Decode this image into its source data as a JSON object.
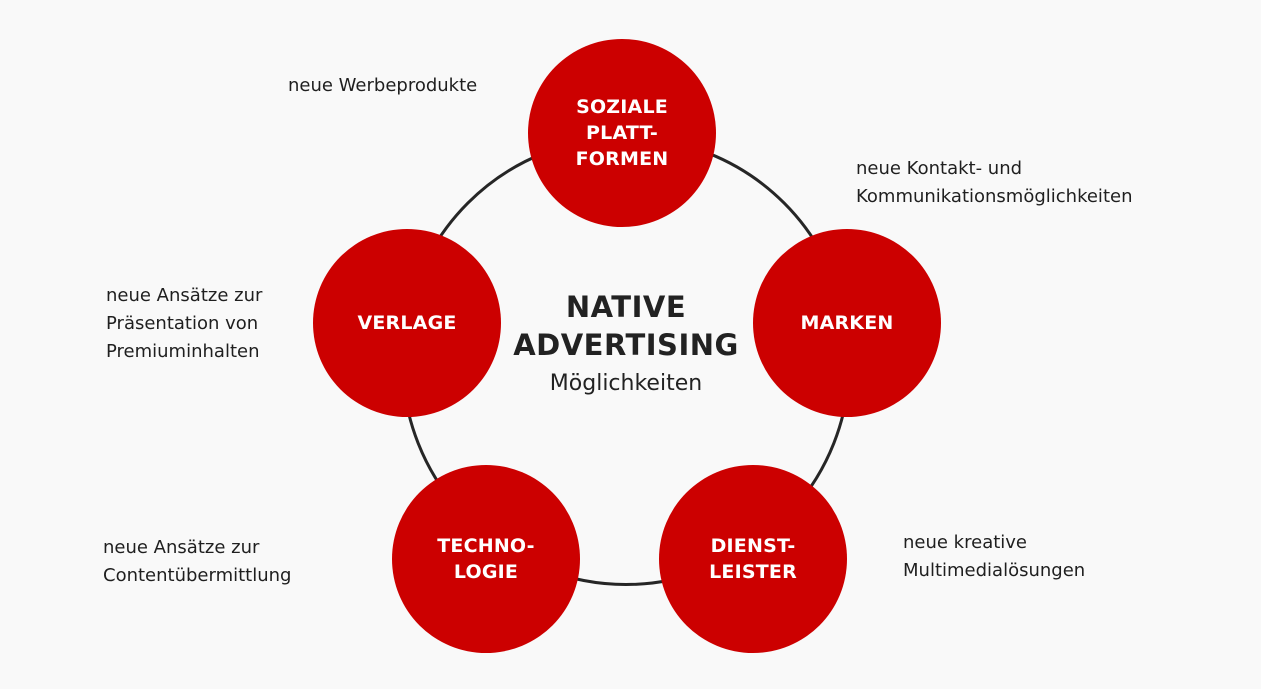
{
  "center": {
    "title": "NATIVE\nADVERTISING",
    "subtitle": "Möglichkeiten"
  },
  "nodes": {
    "soziale_plattformen": "SOZIALE\nPLATT-\nFORMEN",
    "marken": "MARKEN",
    "dienstleister": "DIENST-\nLEISTER",
    "technologie": "TECHNO-\nLOGIE",
    "verlage": "VERLAGE"
  },
  "notes": {
    "soziale_plattformen": "neue Werbeprodukte",
    "marken": "neue Kontakt- und\nKommunikationsmöglichkeiten",
    "dienstleister": "neue kreative\nMultimedialösungen",
    "technologie": "neue Ansätze zur\nContentübermittlung",
    "verlage": "neue Ansätze zur\nPräsentation von\nPremiuminhalten"
  },
  "colors": {
    "node_fill": "#cc0000",
    "ring_stroke": "#262626",
    "background": "#f9f9f9"
  }
}
